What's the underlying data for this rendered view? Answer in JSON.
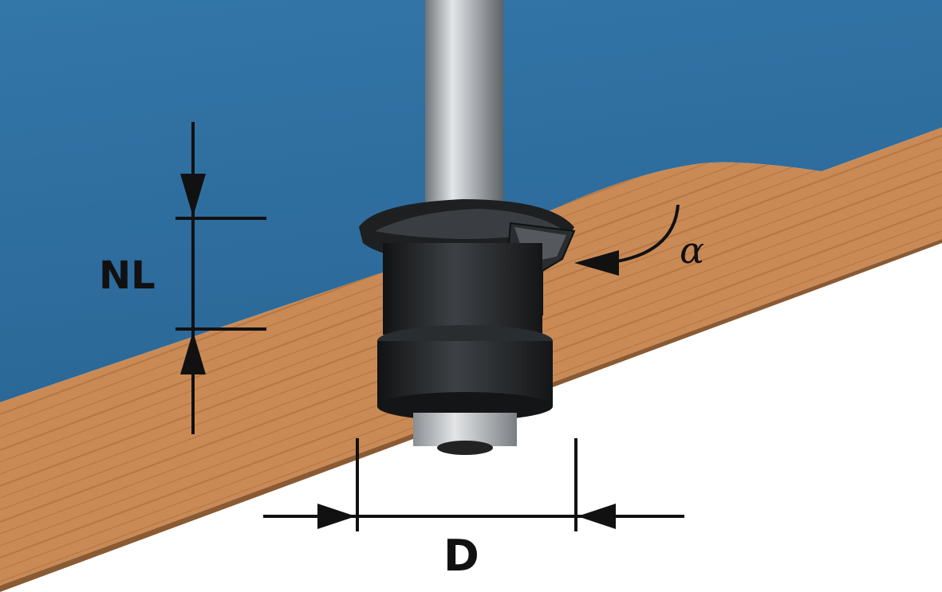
{
  "labels": {
    "cutting_length": "NL",
    "diameter": "D",
    "angle": "α"
  },
  "colors": {
    "board_top": "#2f6fa0",
    "board_top_dark": "#245a85",
    "board_edge": "#c98a55",
    "board_edge_grain": "#a86a3a",
    "bit_body": "#1d1f21",
    "bit_highlight": "#4a4e52",
    "shank": "#b8bcc0",
    "shank_dark": "#7d8286",
    "nut": "#c7cacd",
    "dimension_line": "#111111"
  }
}
